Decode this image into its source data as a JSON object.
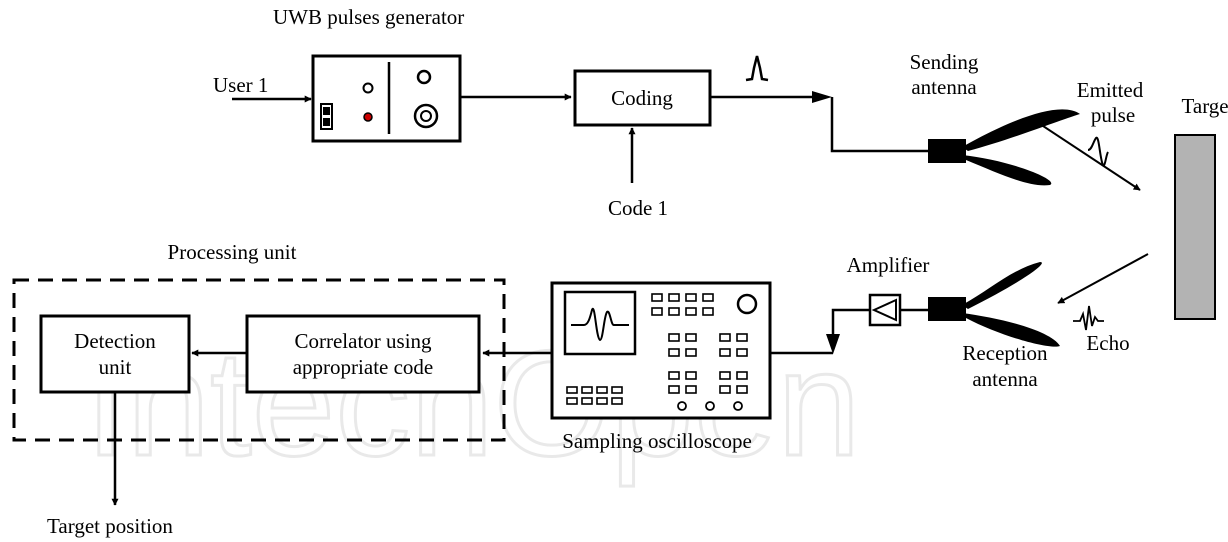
{
  "colors": {
    "line": "#000000",
    "target_fill": "#b3b3b3",
    "led": "#cc0000",
    "watermark": "#e9e9e9"
  },
  "watermark_text": "IntechOpen",
  "labels": {
    "generator_title": "UWB pulses generator",
    "user_input": "User 1",
    "coding_block": "Coding",
    "code_input": "Code 1",
    "sending_antenna_line1": "Sending",
    "sending_antenna_line2": "antenna",
    "emitted_pulse_line1": "Emitted",
    "emitted_pulse_line2": "pulse",
    "target": "Target",
    "amplifier": "Amplifier",
    "echo": "Echo",
    "reception_antenna_line1": "Reception",
    "reception_antenna_line2": "antenna",
    "sampling_oscilloscope": "Sampling oscilloscope",
    "processing_unit": "Processing unit",
    "correlator_line1": "Correlator using",
    "correlator_line2": "appropriate code",
    "detection_line1": "Detection",
    "detection_line2": "unit",
    "target_position": "Target position"
  },
  "icons": {
    "generator": "uwb-pulse-generator-icon",
    "pulse": "gaussian-pulse-icon",
    "emitted_wave": "emitted-waveform-icon",
    "echo_wave": "echo-waveform-icon",
    "oscilloscope": "oscilloscope-icon",
    "amplifier": "amplifier-triangle-icon",
    "antenna": "horn-antenna-icon",
    "target": "target-plate-icon"
  }
}
